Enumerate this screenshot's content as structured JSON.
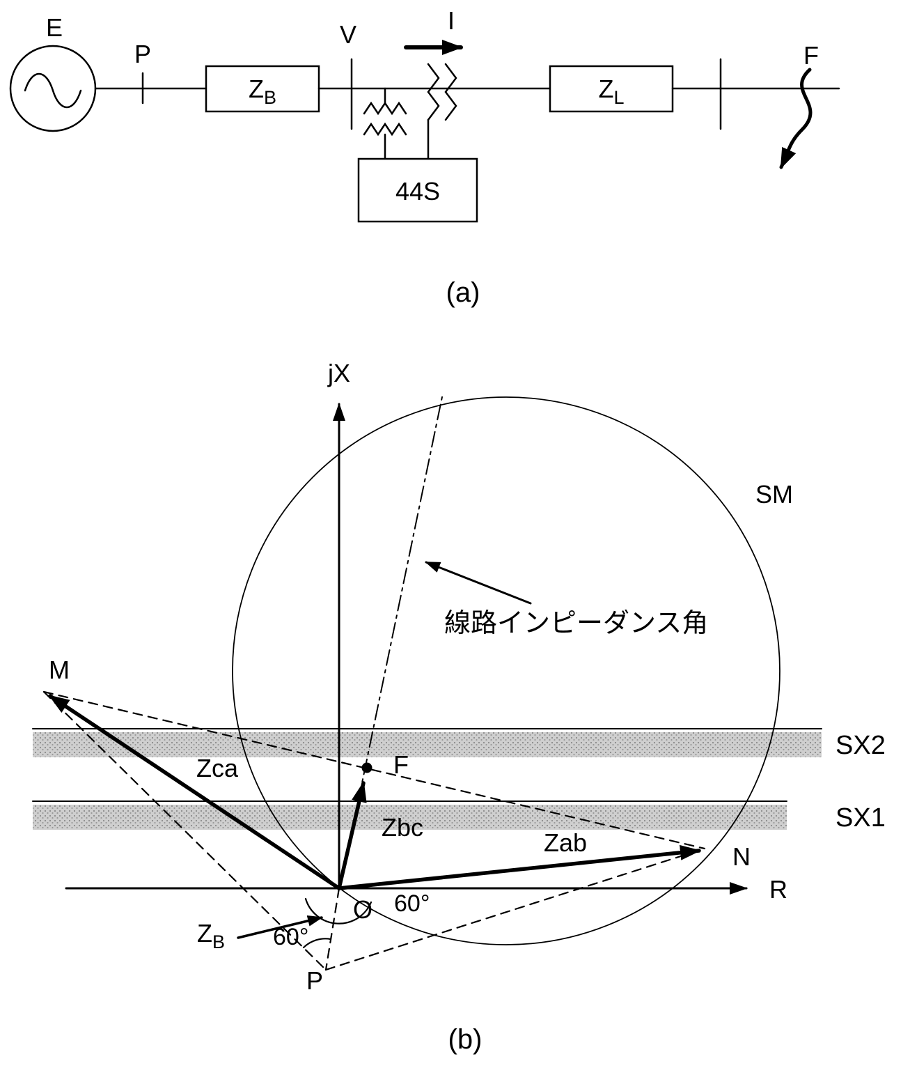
{
  "figure": {
    "caption_a": "(a)",
    "caption_b": "(b)"
  },
  "circuit": {
    "source_label": "E",
    "bus_p_label": "P",
    "zb": {
      "base": "Z",
      "sub": "B"
    },
    "v_label": "V",
    "current_label": "I",
    "relay_label": "44S",
    "zl": {
      "base": "Z",
      "sub": "L"
    },
    "fault_label": "F"
  },
  "diagram": {
    "axis_y": "jX",
    "axis_x": "R",
    "circle_label": "SM",
    "impedance_angle_note": "線路インピーダンス角",
    "sx2_label": "SX2",
    "sx1_label": "SX1",
    "m_label": "M",
    "n_label": "N",
    "f_label": "F",
    "o_label": "O",
    "p_label": "P",
    "zca_label": "Zca",
    "zbc_label": "Zbc",
    "zab_label": "Zab",
    "zb": {
      "base": "Z",
      "sub": "B"
    },
    "angle_o": "60°",
    "angle_p": "60°"
  }
}
